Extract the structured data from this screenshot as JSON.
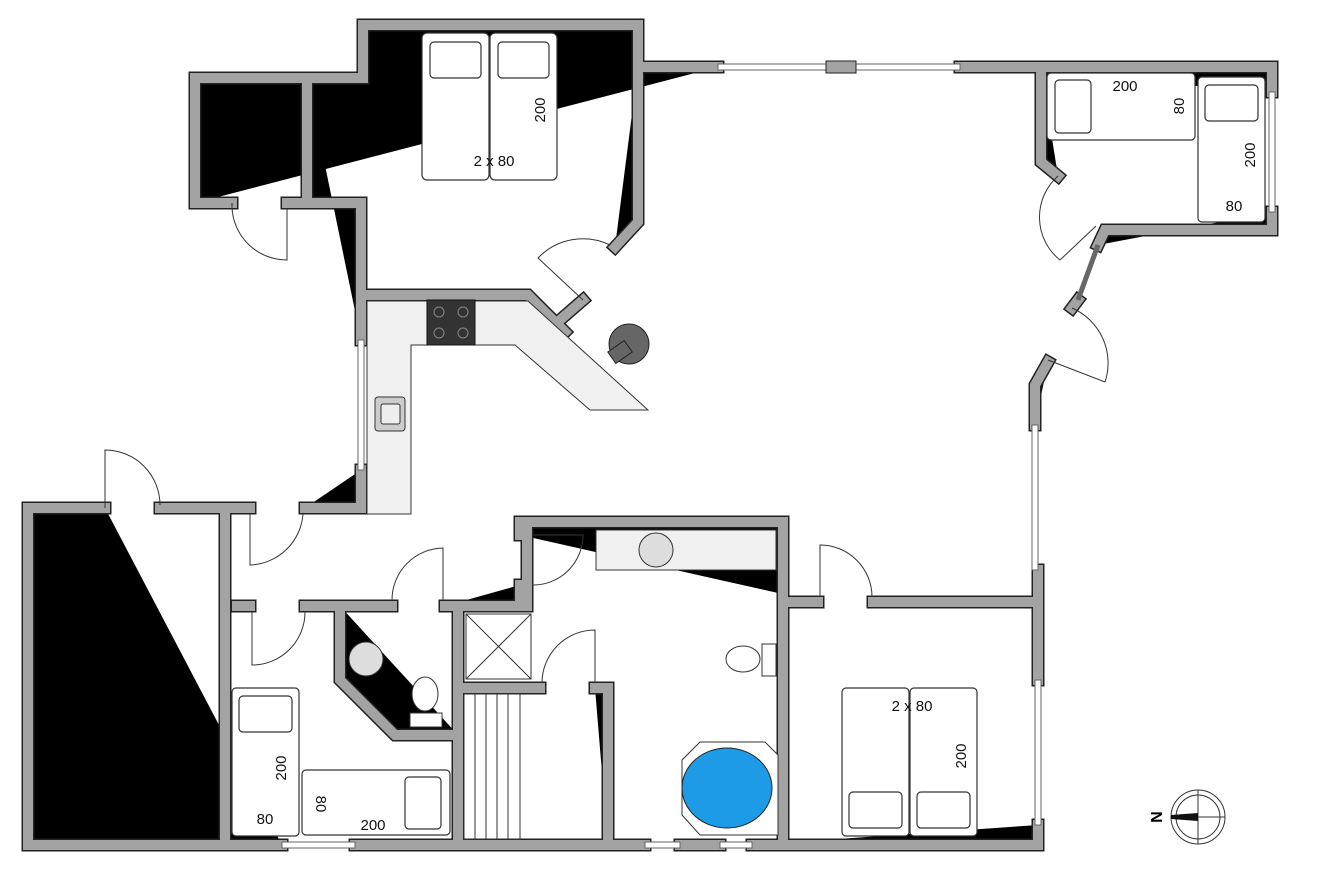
{
  "title": "Floor plan",
  "labels": {
    "top_bed_width": "2 x 80",
    "top_bed_length": "200",
    "tr_bed1_length": "200",
    "tr_bed1_width": "80",
    "tr_bed2_length": "200",
    "tr_bed2_width": "80",
    "ll_bed1_length": "200",
    "ll_bed1_width": "80",
    "ll_bed2_width": "80",
    "ll_bed2_length": "200",
    "lr_bed_width": "2 x 80",
    "lr_bed_length": "200"
  },
  "compass": {
    "north_label": "N"
  },
  "colors": {
    "wall": "#a3a3a3",
    "bathtub": "#1e9be6",
    "stove": "#333333"
  }
}
